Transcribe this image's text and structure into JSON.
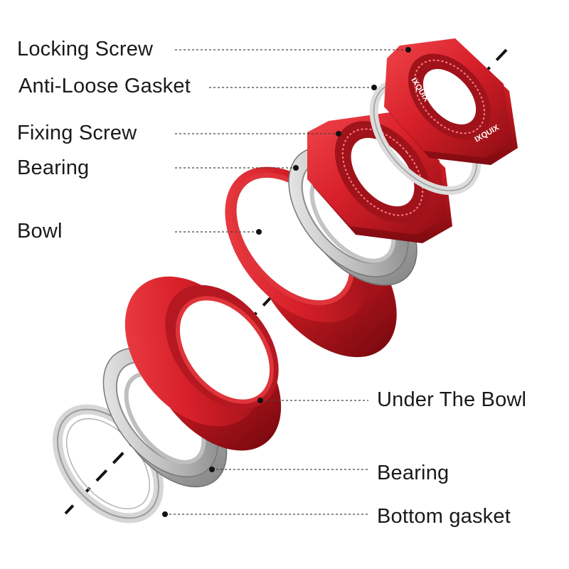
{
  "labels": {
    "locking_screw": "Locking Screw",
    "anti_loose_gasket": "Anti-Loose Gasket",
    "fixing_screw": "Fixing Screw",
    "bearing_top": "Bearing",
    "bowl": "Bowl",
    "under_the_bowl": "Under The Bowl",
    "bearing_bottom": "Bearing",
    "bottom_gasket": "Bottom gasket"
  },
  "brand_mark": "IXQUIX",
  "colors": {
    "anodized_red": "#d8202a",
    "red_dark": "#9e0f16",
    "red_light": "#ff6a6e",
    "bearing_silver": "#c9c9c9",
    "leader_line": "#444444",
    "axis_line": "#111111"
  }
}
